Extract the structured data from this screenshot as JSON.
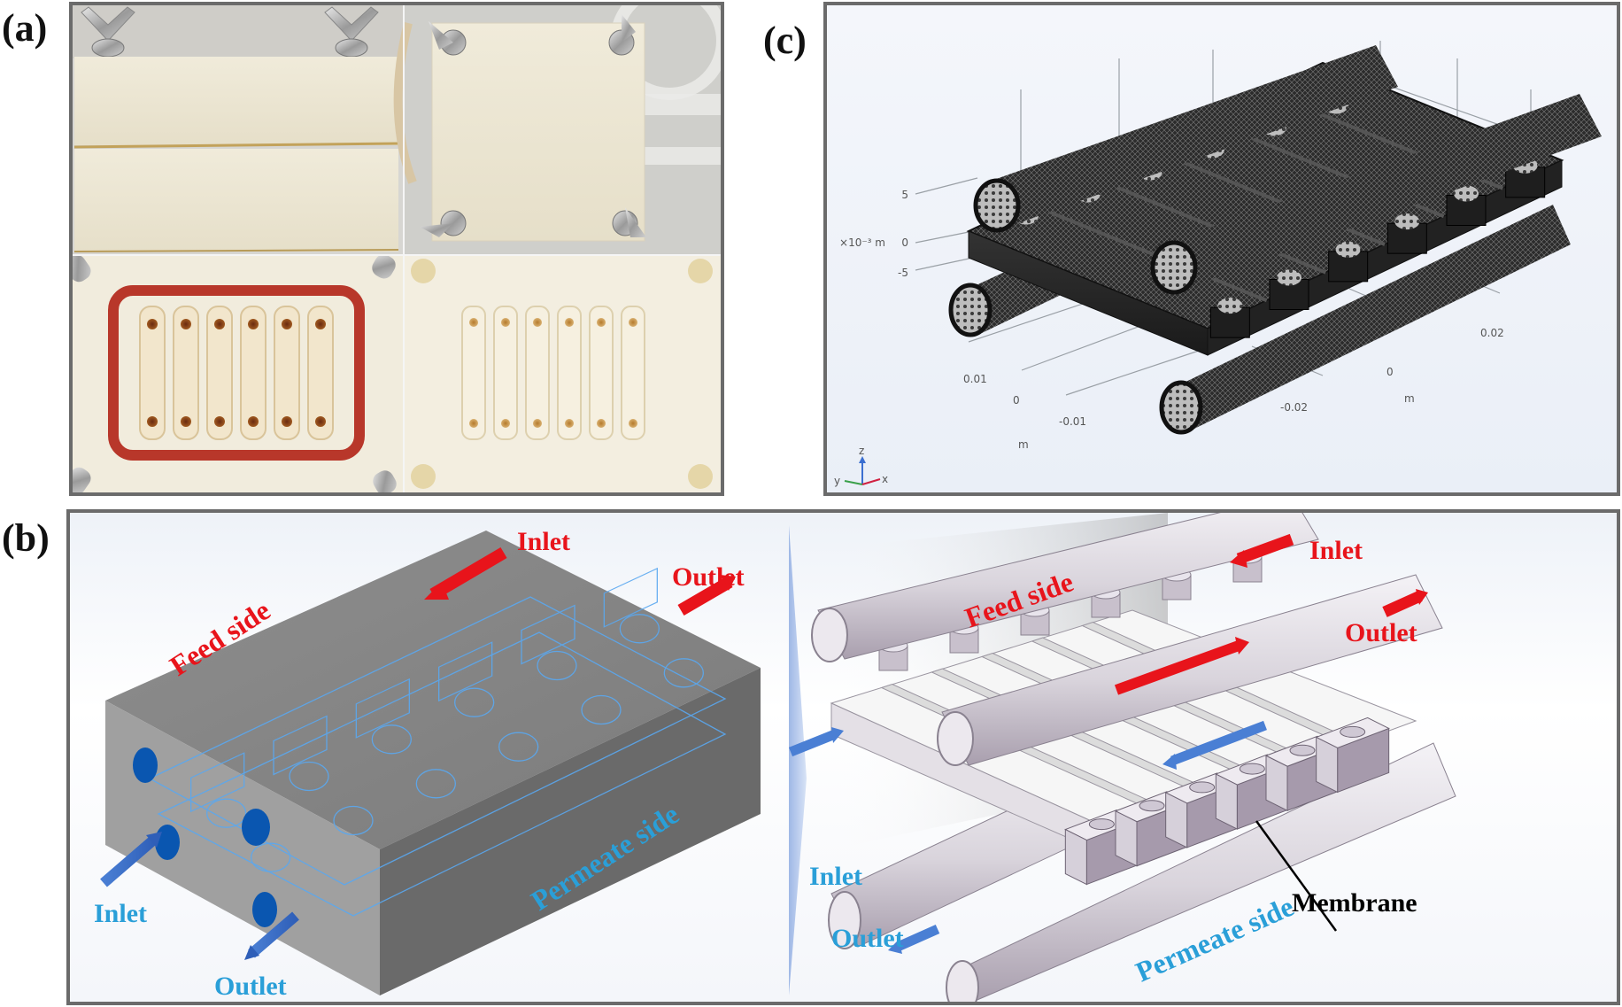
{
  "figure": {
    "panels": {
      "a": {
        "label": "(a)",
        "photos": [
          "assembled-module-side-view",
          "assembled-module-top-view",
          "channel-plate-with-gasket",
          "channel-plate-without-gasket"
        ],
        "channel_count": 6
      },
      "b": {
        "label": "(b)",
        "left_model": {
          "feed_inlet": "Inlet",
          "feed_outlet": "Outlet",
          "feed_side": "Feed side",
          "permeate_side": "Permeate side",
          "permeate_inlet": "Inlet",
          "permeate_outlet": "Outlet"
        },
        "right_model": {
          "feed_inlet": "Inlet",
          "feed_outlet": "Outlet",
          "feed_side": "Feed side",
          "permeate_side": "Permeate side",
          "permeate_inlet": "Inlet",
          "permeate_outlet": "Outlet",
          "membrane": "Membrane"
        }
      },
      "c": {
        "label": "(c)",
        "z_axis": {
          "unit": "×10⁻³ m",
          "ticks": [
            "5",
            "0",
            "-5"
          ]
        },
        "y_axis": {
          "unit": "m",
          "ticks": [
            "0.01",
            "0",
            "-0.01"
          ]
        },
        "x_axis": {
          "unit": "m",
          "ticks": [
            "0.02",
            "0",
            "-0.02"
          ]
        },
        "triad": {
          "x": "x",
          "y": "y",
          "z": "z"
        }
      }
    },
    "colors": {
      "feed": "#e8141b",
      "permeate": "#2a9fd8",
      "frame": "#6b6b6b"
    }
  }
}
